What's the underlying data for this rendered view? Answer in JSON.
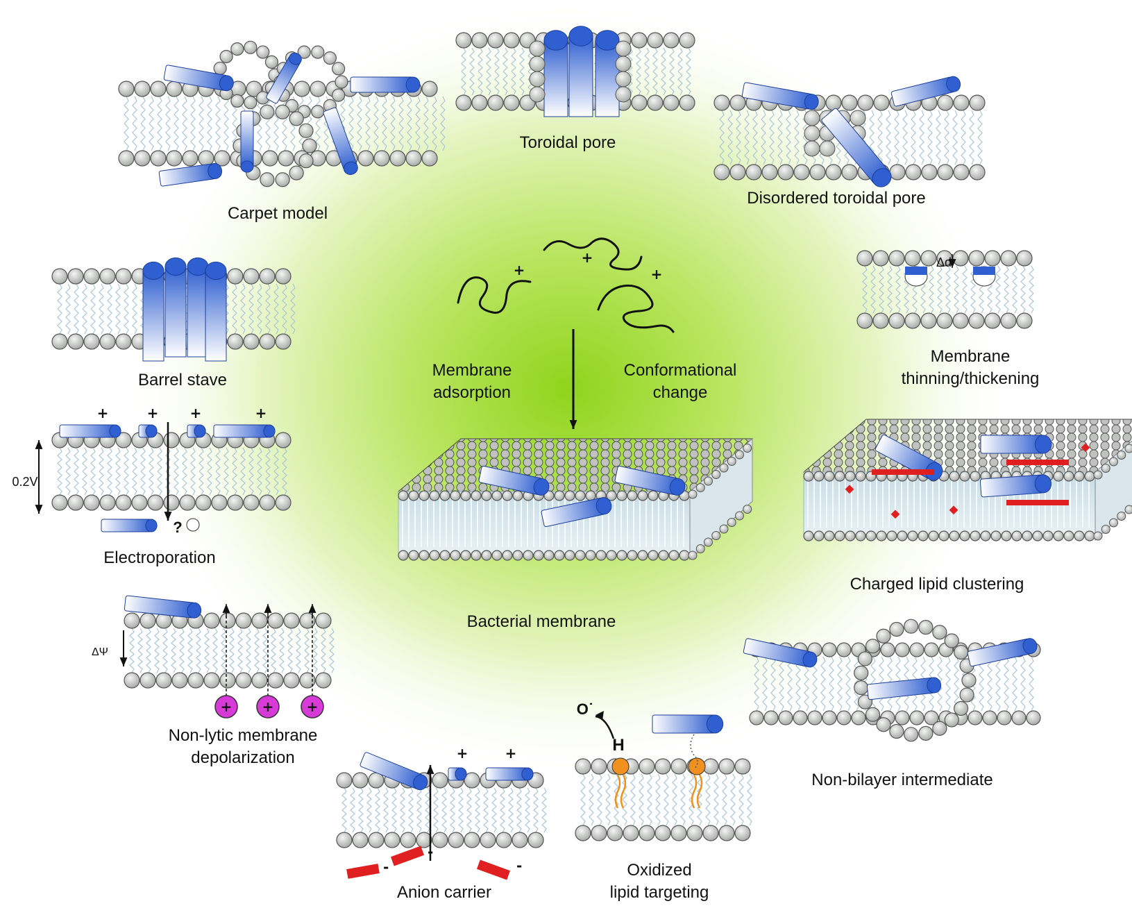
{
  "labels": {
    "carpet_model": "Carpet model",
    "toroidal_pore": "Toroidal pore",
    "disordered_toroidal_pore": "Disordered toroidal pore",
    "barrel_stave": "Barrel stave",
    "membrane_adsorption": [
      "Membrane",
      "adsorption"
    ],
    "conformational_change": [
      "Conformational",
      "change"
    ],
    "membrane_thinning": [
      "Membrane",
      "thinning/thickening"
    ],
    "electroporation": "Electroporation",
    "bacterial_membrane": "Bacterial membrane",
    "charged_lipid_clustering": "Charged lipid clustering",
    "non_lytic_depolarization": [
      "Non-lytic membrane",
      "depolarization"
    ],
    "non_bilayer_intermediate": "Non-bilayer intermediate",
    "anion_carrier": "Anion carrier",
    "oxidized_lipid_targeting": [
      "Oxidized",
      "lipid targeting"
    ]
  },
  "symbols": {
    "voltage": "0.2V",
    "delta_d": "Δd",
    "delta_psi": "ΔΨ",
    "question": "?",
    "hydrogen": "H",
    "oxygen_radical": "O˙",
    "plus": "+",
    "minus": "-"
  },
  "colors": {
    "peptide_blue": "#2f5fd0",
    "lipid_head": "#d4d6d4",
    "tail": "#a9c6d6",
    "center_glow": "#9fdc2a",
    "charged_lipid": "#e02020",
    "cation": "#d83ad8",
    "oxidized_lipid": "#f0901e"
  }
}
